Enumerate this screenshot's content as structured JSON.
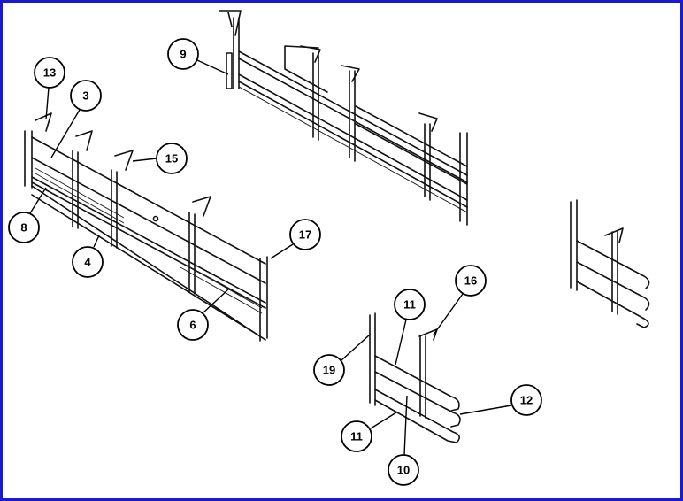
{
  "callouts": {
    "c13": "13",
    "c3": "3",
    "c15": "15",
    "c8": "8",
    "c4": "4",
    "c17": "17",
    "c6": "6",
    "c9": "9",
    "c16": "16",
    "c11a": "11",
    "c19": "19",
    "c12": "12",
    "c11b": "11",
    "c10": "10"
  },
  "colors": {
    "frame": "#1a1ad0",
    "ink": "#111111"
  }
}
